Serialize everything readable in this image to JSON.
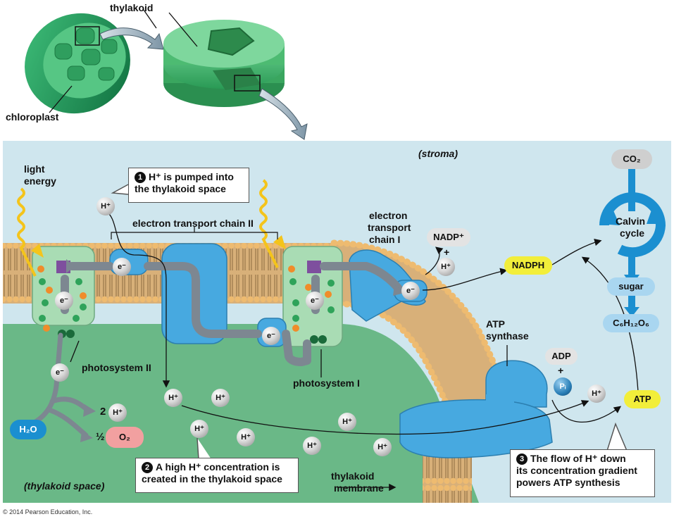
{
  "labels": {
    "thylakoid": "thylakoid",
    "chloroplast": "chloroplast",
    "stroma": "(stroma)",
    "light_energy_1": "light",
    "light_energy_2": "energy",
    "etc2": "electron transport chain II",
    "etc1_1": "electron",
    "etc1_2": "transport",
    "etc1_3": "chain I",
    "photosystem2": "photosystem II",
    "photosystem1": "photosystem I",
    "atp_synthase_1": "ATP",
    "atp_synthase_2": "synthase",
    "thylakoid_space": "(thylakoid space)",
    "thylakoid_membrane_1": "thylakoid",
    "thylakoid_membrane_2": "membrane",
    "two": "2",
    "half": "½"
  },
  "callouts": {
    "c1_num": "1",
    "c1_line1": "H⁺ is pumped into",
    "c1_line2": "the thylakoid space",
    "c2_num": "2",
    "c2_line1": "A high H⁺ concentration is",
    "c2_line2": "created in the thylakoid space",
    "c3_num": "3",
    "c3_line1": "The flow of H⁺ down",
    "c3_line2": "its concentration gradient",
    "c3_line3": "powers ATP synthesis"
  },
  "molecules": {
    "h_ion": "H⁺",
    "electron": "e⁻",
    "nadp": "NADP⁺",
    "plus": "+",
    "nadph": "NADPH",
    "adp": "ADP",
    "pi": "Pᵢ",
    "atp": "ATP",
    "co2": "CO₂",
    "calvin_1": "Calvin",
    "calvin_2": "cycle",
    "sugar": "sugar",
    "glucose": "C₆H₁₂O₆",
    "h2o": "H₂O",
    "o2": "O₂"
  },
  "copyright": "© 2014 Pearson Education, Inc.",
  "colors": {
    "stroma": "#cfe6ee",
    "thylakoid_space": "#6ab887",
    "protein_blue": "#47a9e0",
    "photosystem_green": "#a9dcb4",
    "phospholipid_head": "#e6b36b",
    "nadph_yellow": "#f2ee3a",
    "o2_red": "#f2a0a0",
    "chloroplast_green": "#1f9e5c"
  }
}
